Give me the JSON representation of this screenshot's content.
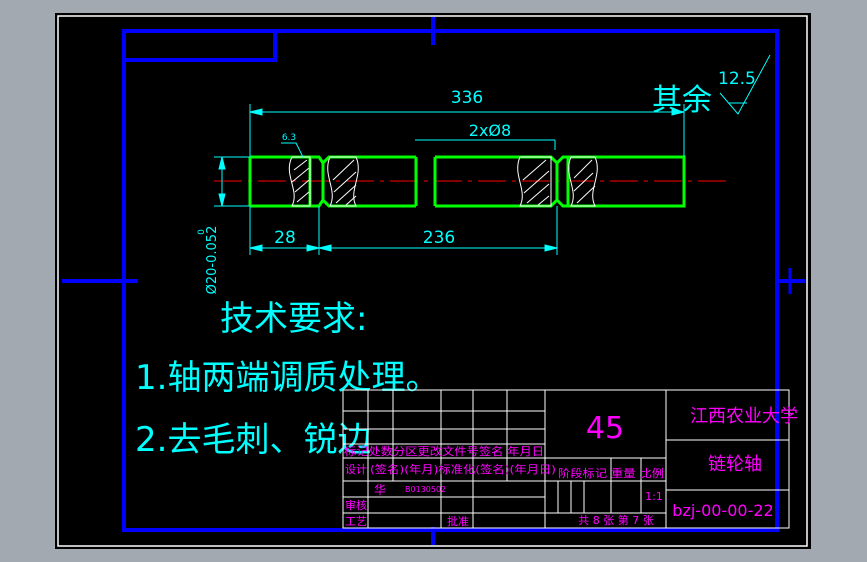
{
  "drawing": {
    "roughness_label": "其余",
    "roughness_value": "12.5",
    "local_roughness": "6.3",
    "dim_total_length": "336",
    "dim_holes": "2xØ8",
    "dim_left_offset": "28",
    "dim_hole_spacing": "236",
    "dim_diameter_top": "0",
    "dim_diameter": "Ø20-0.052"
  },
  "notes": {
    "heading": "技术要求:",
    "item1": "1.轴两端调质处理。",
    "item2": "2.去毛刺、锐边"
  },
  "title_block": {
    "material": "45",
    "school": "江西农业大学",
    "part_name": "链轮轴",
    "drawing_no": "bzj-00-00-22",
    "scale_value": "1:1",
    "sheet_info": "共 8  张 第 7 张",
    "drawer_id": "B0130502",
    "drawer_name": "华",
    "row_mark": "标记处数分区更改文件号签名 年月日",
    "row_design": "设计",
    "row_design_sign": "(签名)(年月)标准化(签名)(年月日)",
    "row_stage": "阶段标记 重量 比例",
    "row_review": "审核",
    "row_process": "工艺",
    "row_approve": "批准"
  },
  "colors": {
    "background": "#000000",
    "outer_frame": "#ffffff",
    "inner_frame": "#0000ff",
    "part_outline": "#00ff00",
    "dimension": "#00ffff",
    "center_line": "#ff0000",
    "title_text": "#ff00ff"
  }
}
